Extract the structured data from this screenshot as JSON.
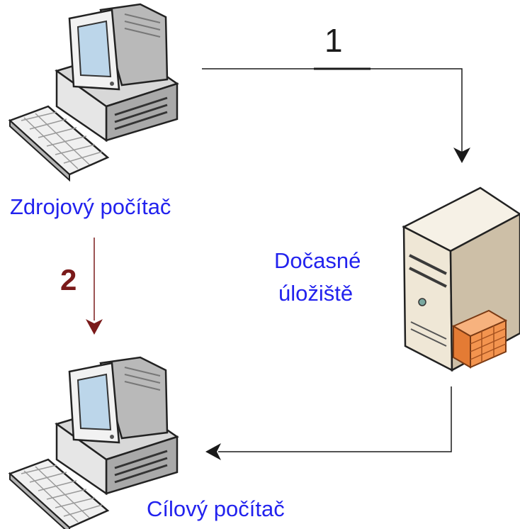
{
  "colors": {
    "label_blue": "#2222ee",
    "step2_red": "#7a1a1a",
    "connector": "#1a1a1a",
    "monitor_screen": "#bcd6ea",
    "server_body": "#efe7d6",
    "firewall": "#f3944f"
  },
  "icons": {
    "source_pc": "desktop-computer-icon",
    "target_pc": "desktop-computer-icon",
    "storage": "server-with-firewall-icon"
  },
  "labels": {
    "source": "Zdrojový počítač",
    "temp_line1": "Dočasné",
    "temp_line2": "úložiště",
    "target": "Cílový počítač",
    "step1": "1",
    "step2": "2"
  }
}
